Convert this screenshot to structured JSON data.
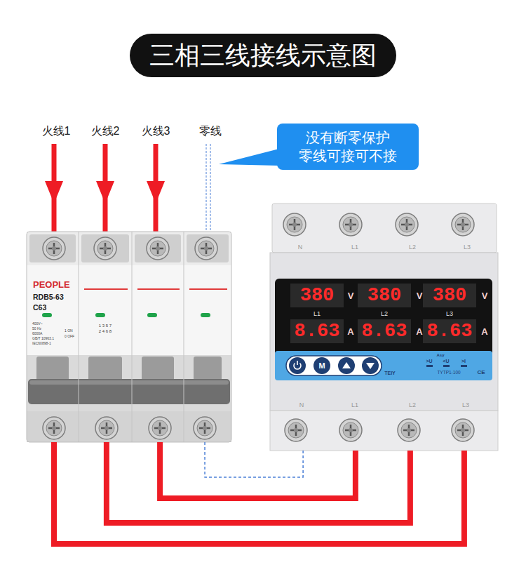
{
  "diagram": {
    "title": "三相三线接线示意图",
    "nodes": [
      {
        "text": [
          "没有断零保护 零线可接可不接"
        ]
      },
      {
        "text": [
          "PEOPLE",
          "RDB5-63",
          "C63"
        ]
      },
      {
        "text": [
          "TEIY",
          "TYTP1-100"
        ]
      }
    ],
    "edges": [
      {
        "from": 1,
        "to": 2,
        "arrow": "none"
      },
      {
        "from": 1,
        "to": 2,
        "arrow": "none"
      },
      {
        "from": 1,
        "to": 2,
        "arrow": "none"
      },
      {
        "from": 1,
        "to": 2,
        "arrow": "none"
      }
    ],
    "labels": [
      "火线1",
      "火线2",
      "火线3",
      "零线",
      "N",
      "L1",
      "L2",
      "L3",
      "400V~",
      "50 Hz",
      "6000A",
      "GB/T 10963.1",
      "IEC60898-1",
      "1 ON",
      "0 OFF",
      "1 3 5 7",
      "2 4 6 8",
      "380",
      "V",
      "380",
      "V",
      "380",
      "V",
      "L1",
      "L2",
      "L3",
      "8.63",
      "A",
      "8.63",
      "A",
      "8.63",
      "A",
      "M",
      "Asy",
      ">U",
      "<U",
      ">I",
      "CE",
      "N",
      "L1",
      "L2",
      "L3"
    ]
  }
}
